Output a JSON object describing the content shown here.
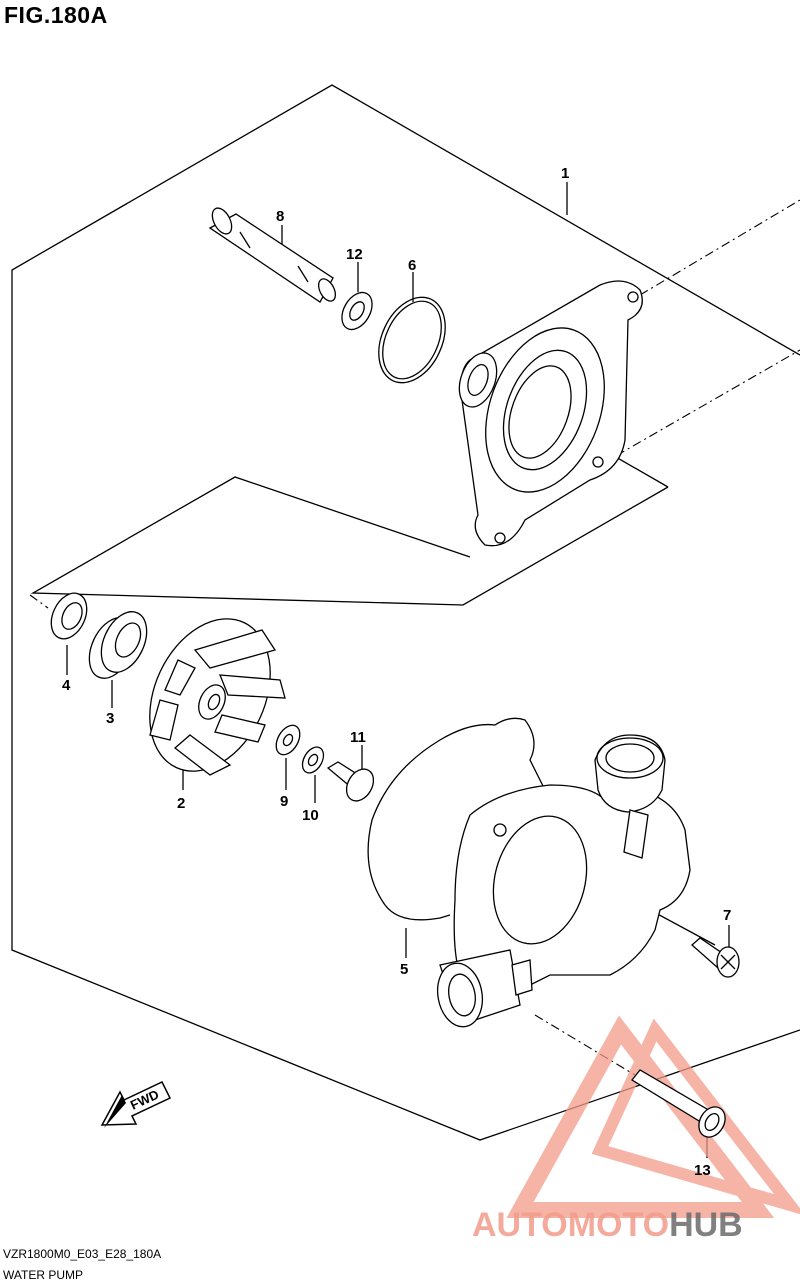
{
  "figure_title": "FIG.180A",
  "model_code": "VZR1800M0_E03_E28_180A",
  "caption": "WATER PUMP",
  "callouts": [
    "1",
    "2",
    "3",
    "4",
    "5",
    "6",
    "7",
    "8",
    "9",
    "10",
    "11",
    "12",
    "13"
  ],
  "fwd_label": "FWD",
  "watermark": {
    "part1": "AUTOMOTO",
    "part2": "HUB",
    "color_main": "#f39c8a",
    "color_accent": "#6b6b6b"
  }
}
